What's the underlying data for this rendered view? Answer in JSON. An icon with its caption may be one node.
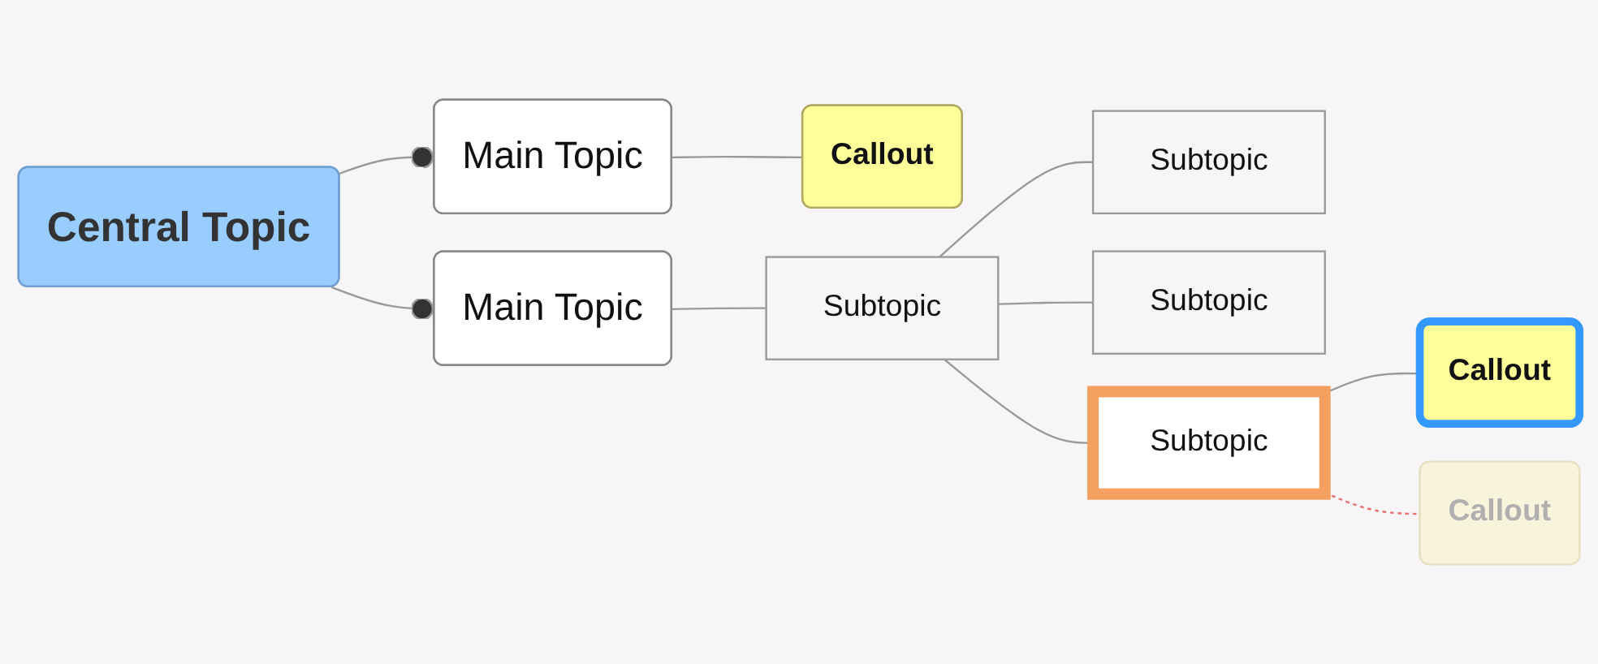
{
  "diagram": {
    "nodes": [
      {
        "text": [
          "Central Topic"
        ]
      },
      {
        "text": [
          "Main Topic"
        ]
      },
      {
        "text": [
          "Callout"
        ]
      },
      {
        "text": [
          "Main Topic"
        ]
      },
      {
        "text": [
          "Subtopic"
        ]
      },
      {
        "text": [
          "Subtopic"
        ]
      },
      {
        "text": [
          "Subtopic"
        ]
      },
      {
        "text": [
          "Subtopic"
        ]
      },
      {
        "text": [
          "Callout"
        ]
      },
      {
        "text": [
          "Callout"
        ]
      }
    ],
    "edges": [
      {
        "from": 0,
        "to": 1,
        "arrow": "other"
      },
      {
        "from": 0,
        "to": 3,
        "arrow": "other"
      },
      {
        "from": 1,
        "to": 2,
        "arrow": "none"
      },
      {
        "from": 3,
        "to": 4,
        "arrow": "none"
      },
      {
        "from": 4,
        "to": 5,
        "arrow": "none"
      },
      {
        "from": 4,
        "to": 6,
        "arrow": "none"
      },
      {
        "from": 4,
        "to": 7,
        "arrow": "none"
      },
      {
        "from": 7,
        "to": 8,
        "arrow": "none"
      },
      {
        "from": 7,
        "to": 9,
        "arrow": "none",
        "style": "dashed",
        "color": "#e87070"
      }
    ]
  }
}
